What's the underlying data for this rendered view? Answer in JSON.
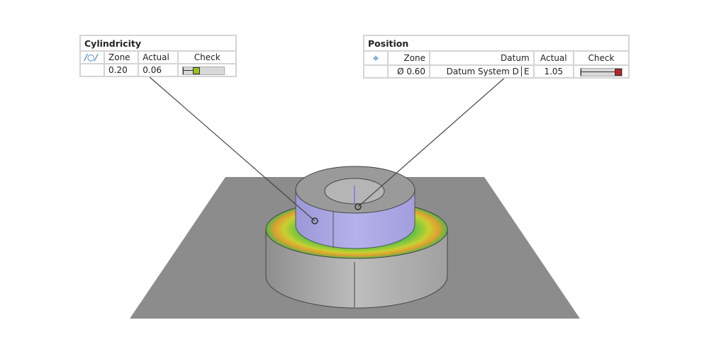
{
  "cylindricity": {
    "title": "Cylindricity",
    "icon": "cylindricity-icon",
    "headers": {
      "zone": "Zone",
      "actual": "Actual",
      "check": "Check"
    },
    "zone": "0.20",
    "actual": "0.06",
    "check_fraction": 0.3,
    "check_color": "#9bc31c"
  },
  "position": {
    "title": "Position",
    "icon": "position-crosshair-icon",
    "headers": {
      "zone": "Zone",
      "datum": "Datum",
      "actual": "Actual",
      "check": "Check"
    },
    "zone": "Ø 0.60",
    "datum": "Datum System D│E",
    "actual": "1.05",
    "check_fraction": 1.0,
    "check_color": "#c0202a"
  },
  "colors": {
    "plate": "#8c8c8c",
    "inner_cylinder": "#a9a5e3",
    "accent": "#1a6fc2"
  }
}
